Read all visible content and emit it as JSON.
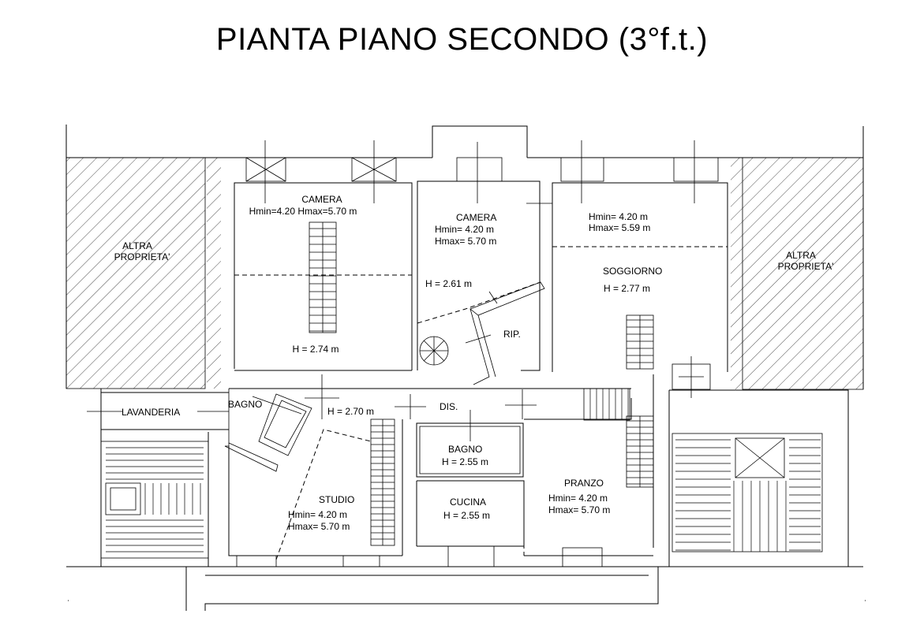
{
  "title": "PIANTA PIANO SECONDO (3°f.t.)",
  "rooms": {
    "altra_left": [
      "ALTRA",
      "PROPRIETA'"
    ],
    "altra_right": [
      "ALTRA",
      "PROPRIETA'"
    ],
    "camera1": [
      "CAMERA",
      "Hmin=4.20  Hmax=5.70 m"
    ],
    "camera1_h": "H = 2.74 m",
    "camera2": [
      "CAMERA",
      "Hmin= 4.20 m",
      "Hmax= 5.70 m"
    ],
    "camera2_h": "H = 2.61 m",
    "soggiorno_top": [
      "Hmin= 4.20 m",
      "Hmax= 5.59 m"
    ],
    "soggiorno": [
      "SOGGIORNO",
      "H = 2.77 m"
    ],
    "rip": "RIP.",
    "lavanderia": "LAVANDERIA",
    "bagno1": "BAGNO",
    "corridor_h": "H = 2.70 m",
    "dis": "DIS.",
    "bagno2": [
      "BAGNO",
      "H = 2.55 m"
    ],
    "studio": [
      "STUDIO",
      "Hmin= 4.20 m",
      "Hmax= 5.70 m"
    ],
    "cucina": [
      "CUCINA",
      "H = 2.55 m"
    ],
    "pranzo": [
      "PRANZO",
      "Hmin= 4.20 m",
      "Hmax= 5.70 m"
    ]
  }
}
